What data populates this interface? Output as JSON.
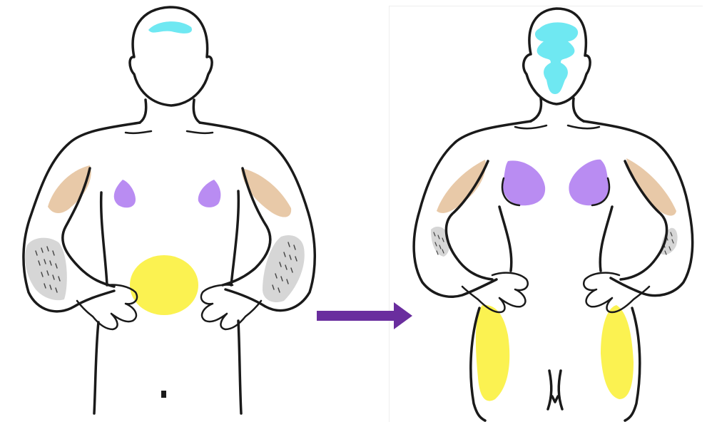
{
  "figure": {
    "left_figure": "male-torso-figure",
    "right_figure": "female-torso-figure",
    "transition": "arrow-right"
  },
  "colors": {
    "forehead_face_region": "#6fe8f2",
    "chest_region": "#b98cf2",
    "upper_arm_region": "#e8c9a8",
    "forearm_hair_region": "#d6d6d6",
    "belly_hip_region": "#fbf251",
    "arrow": "#6a2e9e",
    "outline": "#1a1a1a"
  }
}
